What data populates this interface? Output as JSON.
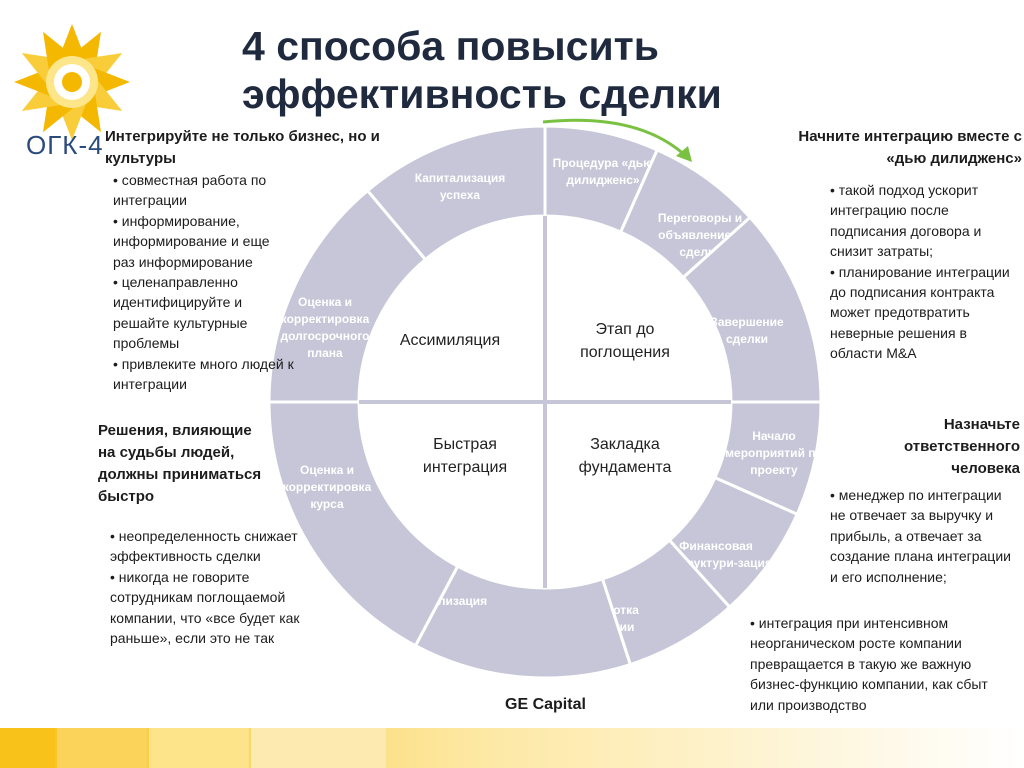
{
  "title": "4 способа повысить эффективность сделки",
  "logo": {
    "text": "ОГК-4"
  },
  "diagram": {
    "quadrants": [
      "Этап до поглощения",
      "Закладка фундамента",
      "Быстрая интеграция",
      "Ассимиляция"
    ],
    "segments": [
      "Процедура «дью дилидженс»",
      "Переговоры и объявление о сделке",
      "Завершение сделки",
      "Начало мероприятий по проекту",
      "Финансовая реструктури-зация",
      "Разработка стратегии",
      "Реализация",
      "Оценка и корректировка курса",
      "Оценка и корректировка долгосрочного плана",
      "Капитализация успеха"
    ]
  },
  "top_left": {
    "heading": "Интегрируйте не только бизнес, но и культуры",
    "bullets": [
      "• совместная работа по интеграции",
      "• информирование, информирование и еще раз информирование",
      "• целенаправленно идентифицируйте и решайте культурные проблемы",
      "• привлеките много людей к интеграции"
    ]
  },
  "mid_left": {
    "heading": "Решения, влияющие на судьбы людей, должны приниматься быстро",
    "bullets": [
      "• неопределенность снижает эффективность сделки",
      "• никогда не говорите сотрудникам поглощаемой компании, что «все будет как раньше», если это не так"
    ]
  },
  "top_right": {
    "heading": "Начните интеграцию вместе с «дью дилидженс»",
    "bullets": [
      "• такой подход ускорит интеграцию после подписания договора и снизит затраты;",
      "• планирование интеграции до подписания контракта может предотвратить неверные решения в области M&A"
    ]
  },
  "mid_right": {
    "heading": "Назначьте ответственного человека",
    "bullets": [
      "• менеджер по интеграции не отвечает за выручку и прибыль, а отвечает за создание плана интеграции и его исполнение;"
    ]
  },
  "bottom_right": {
    "bullets": [
      "•  интеграция при интенсивном неорганическом росте компании превращается в такую же важную бизнес-функцию компании, как сбыт или производство"
    ]
  },
  "source": "GE Capital",
  "colors": {
    "ring_fill": "#c6c6d8",
    "ring_stroke": "#ffffff",
    "arrow": "#7ac142",
    "title": "#1f2a3e",
    "logo_yellow": "#f5b800",
    "footer_yellow": "#f8c21a"
  }
}
